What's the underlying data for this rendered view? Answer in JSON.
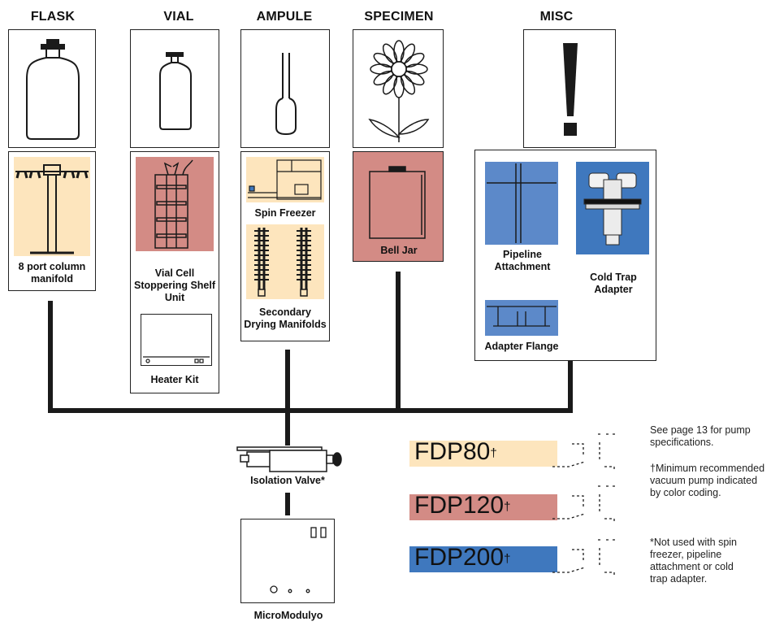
{
  "headers": {
    "flask": "FLASK",
    "vial": "VIAL",
    "ampule": "AMPULE",
    "specimen": "SPECIMEN",
    "misc": "MISC"
  },
  "components": {
    "flask_manifold": "8 port column manifold",
    "vial_cell_line1": "Vial Cell",
    "vial_cell_line2": "Stoppering Shelf",
    "vial_cell_line3": "Unit",
    "heater_kit": "Heater Kit",
    "spin_freezer": "Spin Freezer",
    "secondary_line1": "Secondary",
    "secondary_line2": "Drying Manifolds",
    "bell_jar": "Bell Jar",
    "pipeline_line1": "Pipeline",
    "pipeline_line2": "Attachment",
    "cold_trap_line1": "Cold Trap",
    "cold_trap_line2": "Adapter",
    "adapter_flange": "Adapter Flange",
    "isolation_valve": "Isolation Valve*",
    "micromodulyo": "MicroModulyo"
  },
  "pumps": [
    {
      "model": "FDP80",
      "mark": "†",
      "color": "#fde5bd"
    },
    {
      "model": "FDP120",
      "mark": "†",
      "color": "#d38b85"
    },
    {
      "model": "FDP200",
      "mark": "†",
      "color": "#3f78be"
    }
  ],
  "notes": {
    "pump_spec_line1": "See page 13 for pump",
    "pump_spec_line2": "specifications.",
    "min_pump_line1": "†Minimum recommended",
    "min_pump_line2": "vacuum pump indicated",
    "min_pump_line3": "by color coding.",
    "not_used_line1": "*Not used with spin",
    "not_used_line2": "freezer, pipeline",
    "not_used_line3": "attachment or cold",
    "not_used_line4": "trap adapter."
  },
  "colors": {
    "peach": "#fde5bd",
    "rose": "#d38b85",
    "blue": "#3f78be",
    "line": "#1a1a1a"
  }
}
